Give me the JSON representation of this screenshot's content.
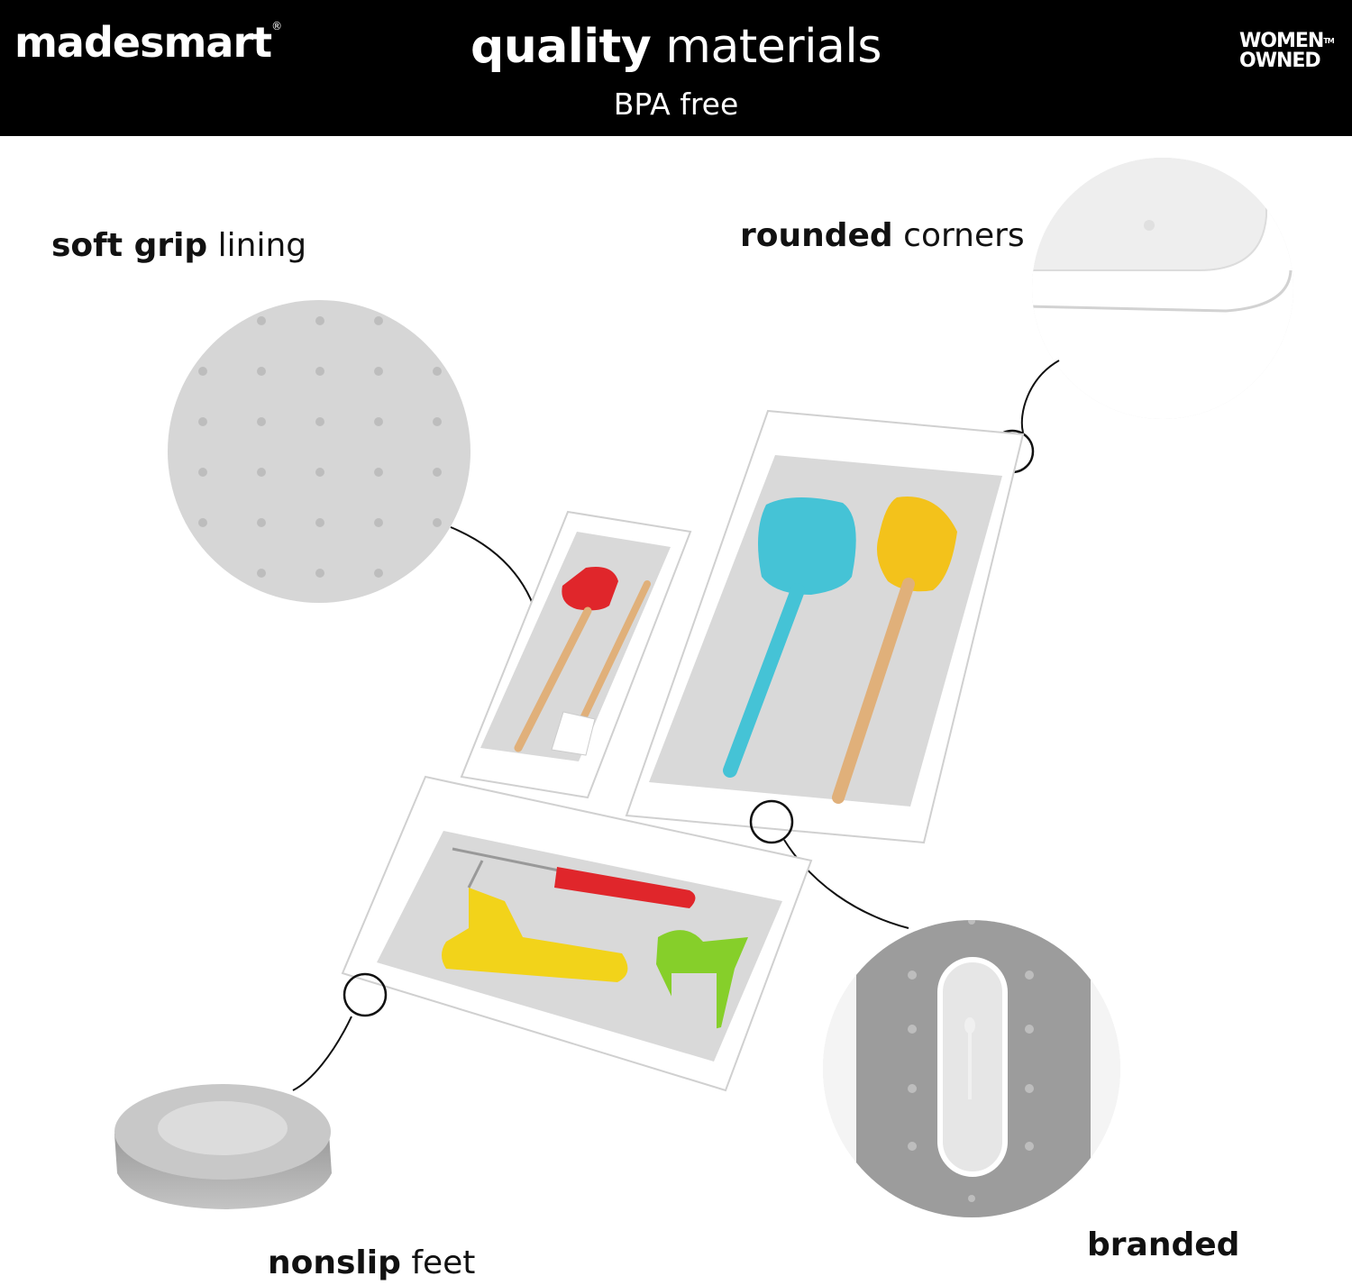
{
  "header": {
    "brand": "madesmart",
    "brand_mark": "®",
    "headline_bold": "quality",
    "headline_rest": " materials",
    "subline": "BPA free",
    "badge_line1": "WOMEN",
    "badge_line2": "OWNED",
    "badge_mark": "TM"
  },
  "features": {
    "soft_grip": {
      "bold": "soft grip",
      "rest": " lining"
    },
    "rounded": {
      "bold": "rounded",
      "rest": " corners"
    },
    "nonslip": {
      "bold": "nonslip",
      "rest": " feet"
    },
    "branded": {
      "bold": "branded",
      "rest": ""
    }
  },
  "colors": {
    "header_bg": "#000000",
    "tray": "#ffffff",
    "lining": "#d9d9d9",
    "spatula_red": "#e0262b",
    "spatula_blue": "#45c3d6",
    "spatula_yellow": "#f3c21b",
    "peeler_yellow": "#f2d31a",
    "scissor_green": "#86cf2a",
    "wood": "#e0b07a"
  },
  "icons": [
    "soft-grip-detail-icon",
    "rounded-corner-detail-icon",
    "nonslip-foot-detail-icon",
    "branded-detail-icon"
  ]
}
